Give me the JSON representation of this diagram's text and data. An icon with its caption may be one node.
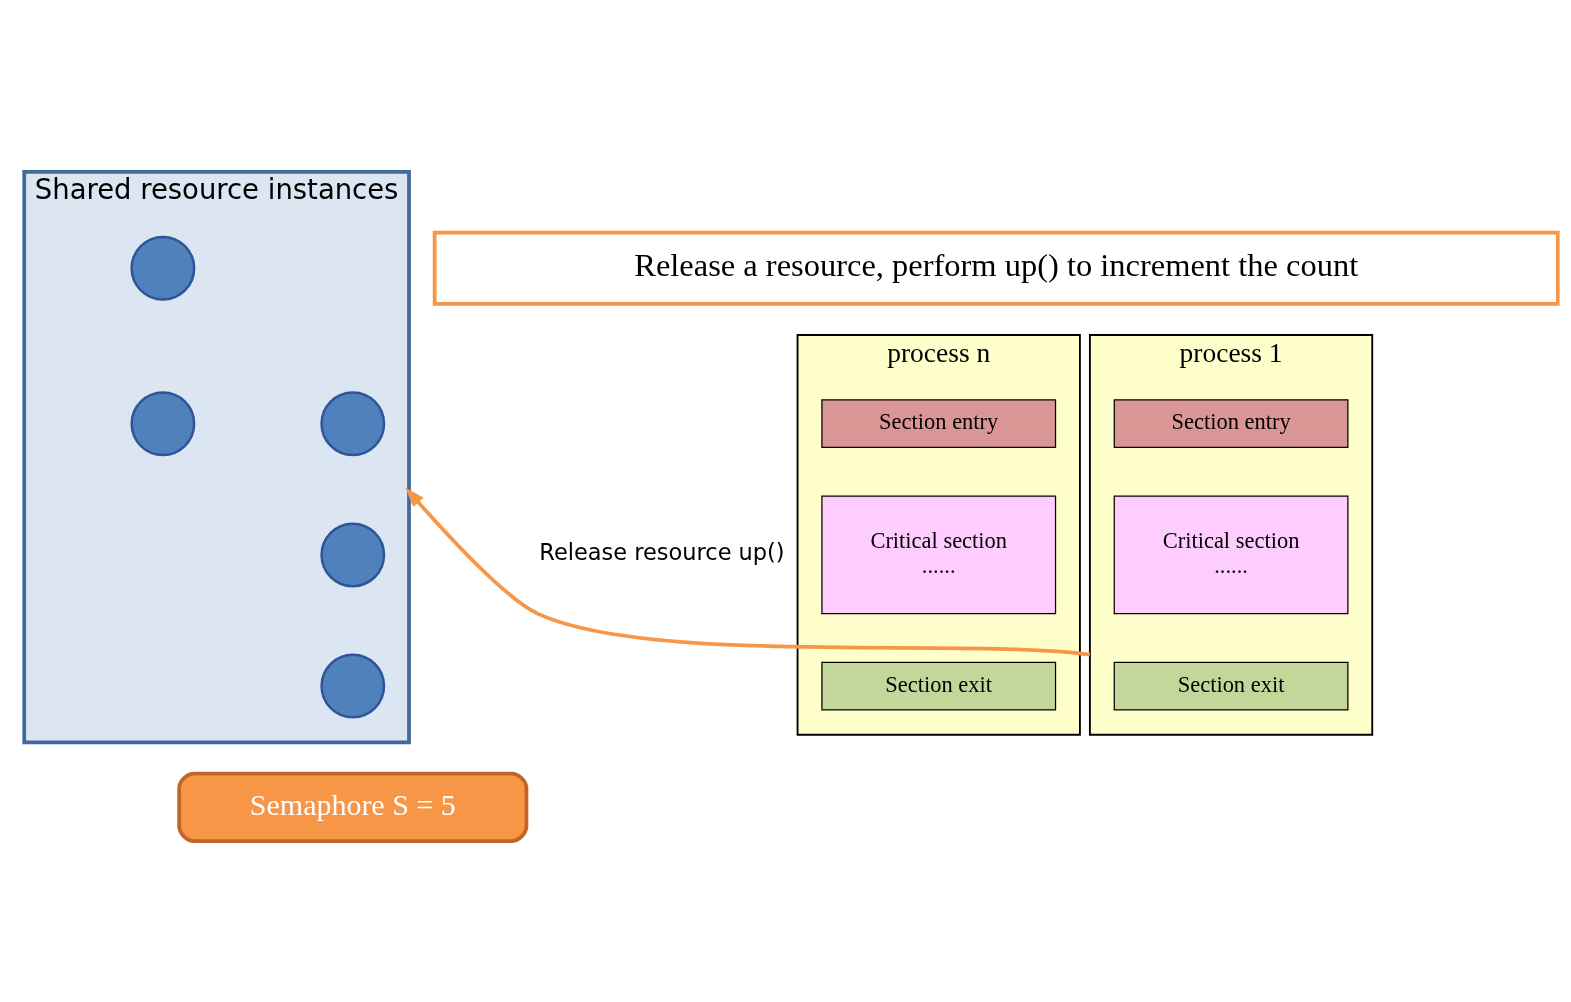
{
  "diagram": {
    "nodes": [
      {
        "text": [
          "Release a resource, perform up() to increment the count"
        ]
      },
      {
        "text": [
          "process 1"
        ]
      },
      {
        "text": [
          "Section entry"
        ],
        "in": 1
      },
      {
        "text": [
          "Critical section",
          "......"
        ],
        "in": 1
      },
      {
        "text": [
          "Section exit"
        ],
        "in": 1
      },
      {
        "text": [
          "Shared resource instances"
        ]
      },
      {
        "text": [],
        "shape": "circle",
        "in": 5
      },
      {
        "text": [],
        "shape": "circle",
        "in": 5
      },
      {
        "text": [],
        "shape": "circle",
        "in": 5
      },
      {
        "text": [],
        "shape": "circle",
        "in": 5
      },
      {
        "text": [],
        "shape": "circle",
        "in": 5
      },
      {
        "text": [
          "process n"
        ]
      },
      {
        "text": [
          "Section entry"
        ],
        "in": 11
      },
      {
        "text": [
          "Critical section",
          "......"
        ],
        "in": 11
      },
      {
        "text": [
          "Section exit"
        ],
        "in": 11
      },
      {
        "text": [
          "Semaphore S = 5"
        ]
      }
    ],
    "edges": [
      {
        "from": 1,
        "to": 5,
        "arrow": "to",
        "label": "Release resource up()",
        "color": "#f79646"
      }
    ]
  }
}
